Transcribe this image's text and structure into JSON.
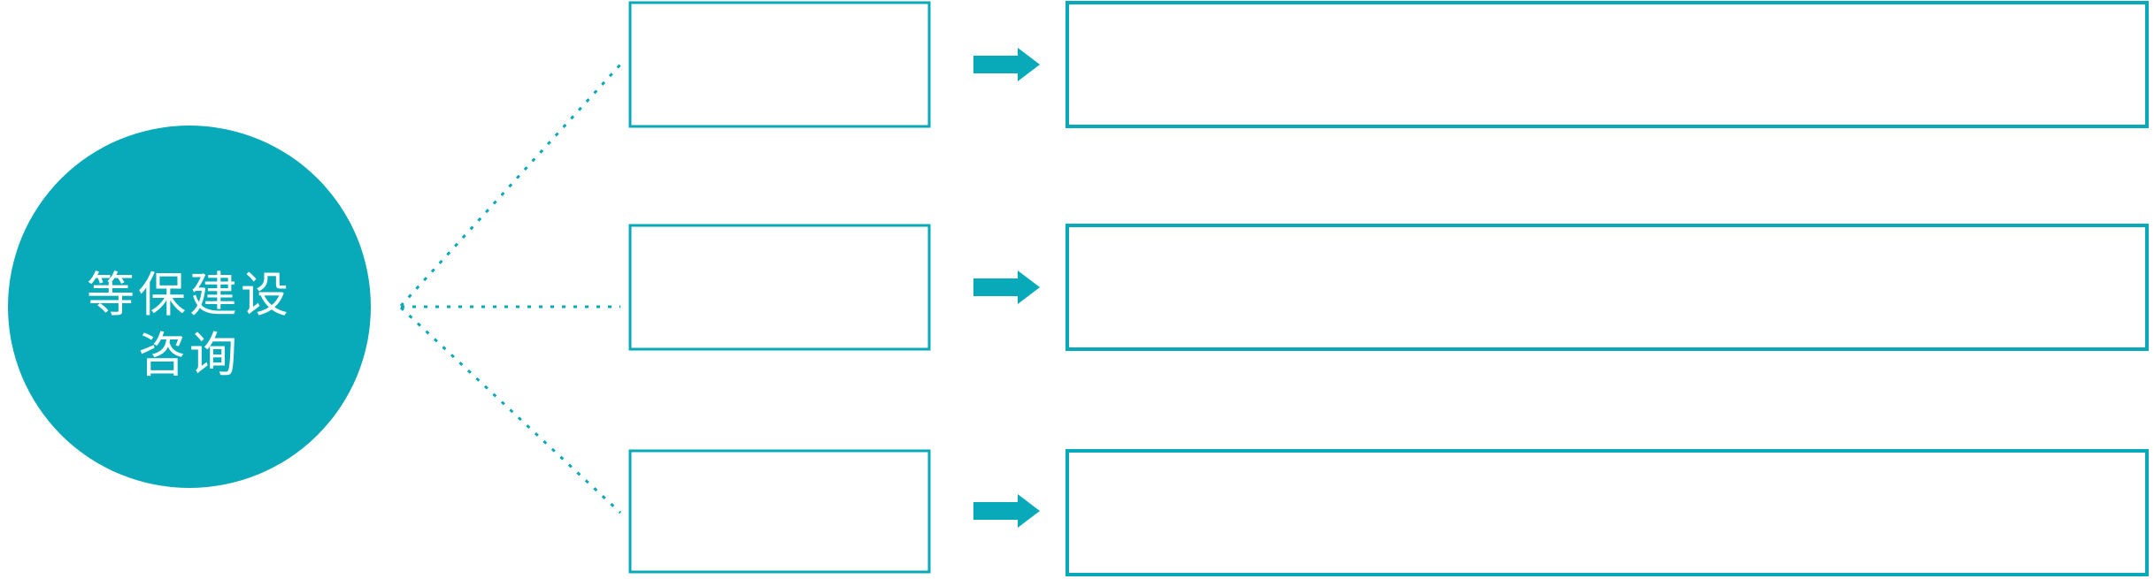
{
  "diagram": {
    "type": "radial-flow",
    "topic_circle": {
      "label_line1": "等保建设",
      "label_line2": "咨询"
    },
    "rows": [
      {
        "category_label": "",
        "description_label": ""
      },
      {
        "category_label": "",
        "description_label": ""
      },
      {
        "category_label": "",
        "description_label": ""
      }
    ],
    "icons": {
      "connector_arrow": "arrow-right-icon",
      "connector_line": "dotted-line"
    }
  },
  "colors": {
    "accent": "#08a9b8",
    "background": "#ffffff",
    "text_on_accent": "#ffffff"
  }
}
